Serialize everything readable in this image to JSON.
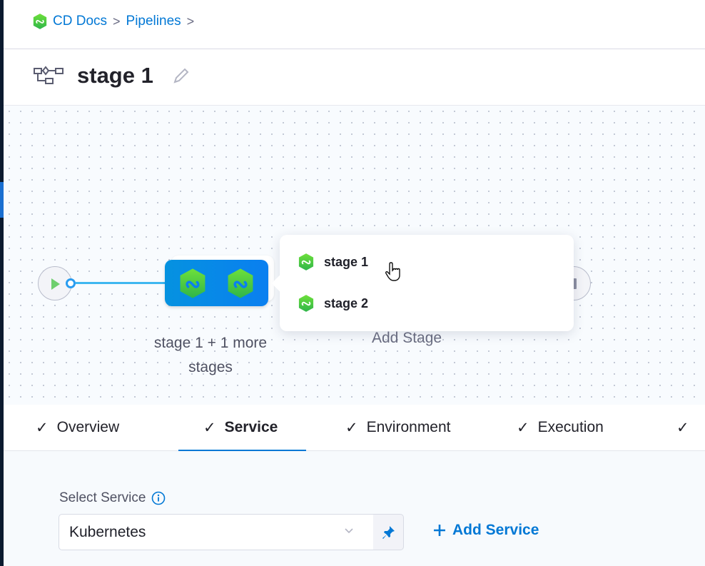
{
  "breadcrumb": {
    "items": [
      "CD Docs",
      "Pipelines"
    ],
    "separator": ">"
  },
  "header": {
    "title": "stage 1"
  },
  "canvas": {
    "group_label": "stage 1 + 1 more stages",
    "add_stage": "Add Stage"
  },
  "popover": {
    "items": [
      "stage 1",
      "stage 2"
    ]
  },
  "tabs": [
    {
      "label": "Overview"
    },
    {
      "label": "Service",
      "active": true
    },
    {
      "label": "Environment"
    },
    {
      "label": "Execution"
    }
  ],
  "service": {
    "label": "Select Service",
    "value": "Kubernetes",
    "add_label": "Add Service"
  },
  "colors": {
    "accent": "#0278d5",
    "stage_green": "#4bd13b",
    "node_blue": "#0592e0"
  },
  "icons": {
    "stage": "cd-hexagon-icon",
    "pipeline": "pipeline-studio-icon",
    "edit": "pencil-icon",
    "info": "info-icon",
    "pin": "pin-icon"
  }
}
